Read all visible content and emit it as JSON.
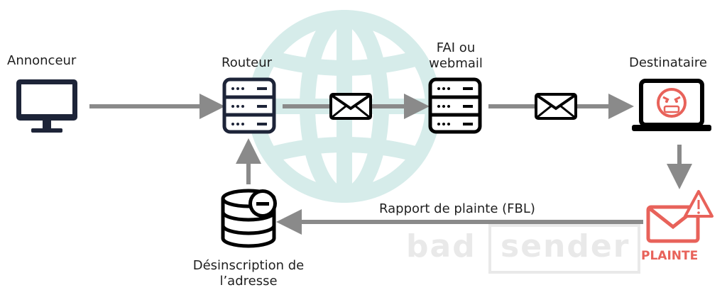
{
  "nodes": {
    "advertiser": {
      "label": "Annonceur",
      "icon": "monitor-icon"
    },
    "router": {
      "label": "Routeur",
      "icon": "server-icon"
    },
    "isp": {
      "label_line1": "FAI ou",
      "label_line2": "webmail",
      "icon": "server-icon"
    },
    "recipient": {
      "label": "Destinataire",
      "icon": "angry-laptop-icon"
    },
    "complaint": {
      "label": "PLAINTE",
      "icon": "warning-envelope-icon"
    },
    "unsubscribe": {
      "label_line1": "Désinscription de",
      "label_line2": "l’adresse",
      "icon": "database-minus-icon"
    }
  },
  "edges": {
    "feedback_loop": {
      "label": "Rapport de plainte (FBL)"
    }
  },
  "watermark": {
    "part1": "bad",
    "part2": "sender"
  },
  "colors": {
    "icon_dark": "#1d2438",
    "arrow": "#8a8a8a",
    "globe": "#d6ecea",
    "accent": "#e8625a",
    "watermark": "#e9e9e9"
  }
}
